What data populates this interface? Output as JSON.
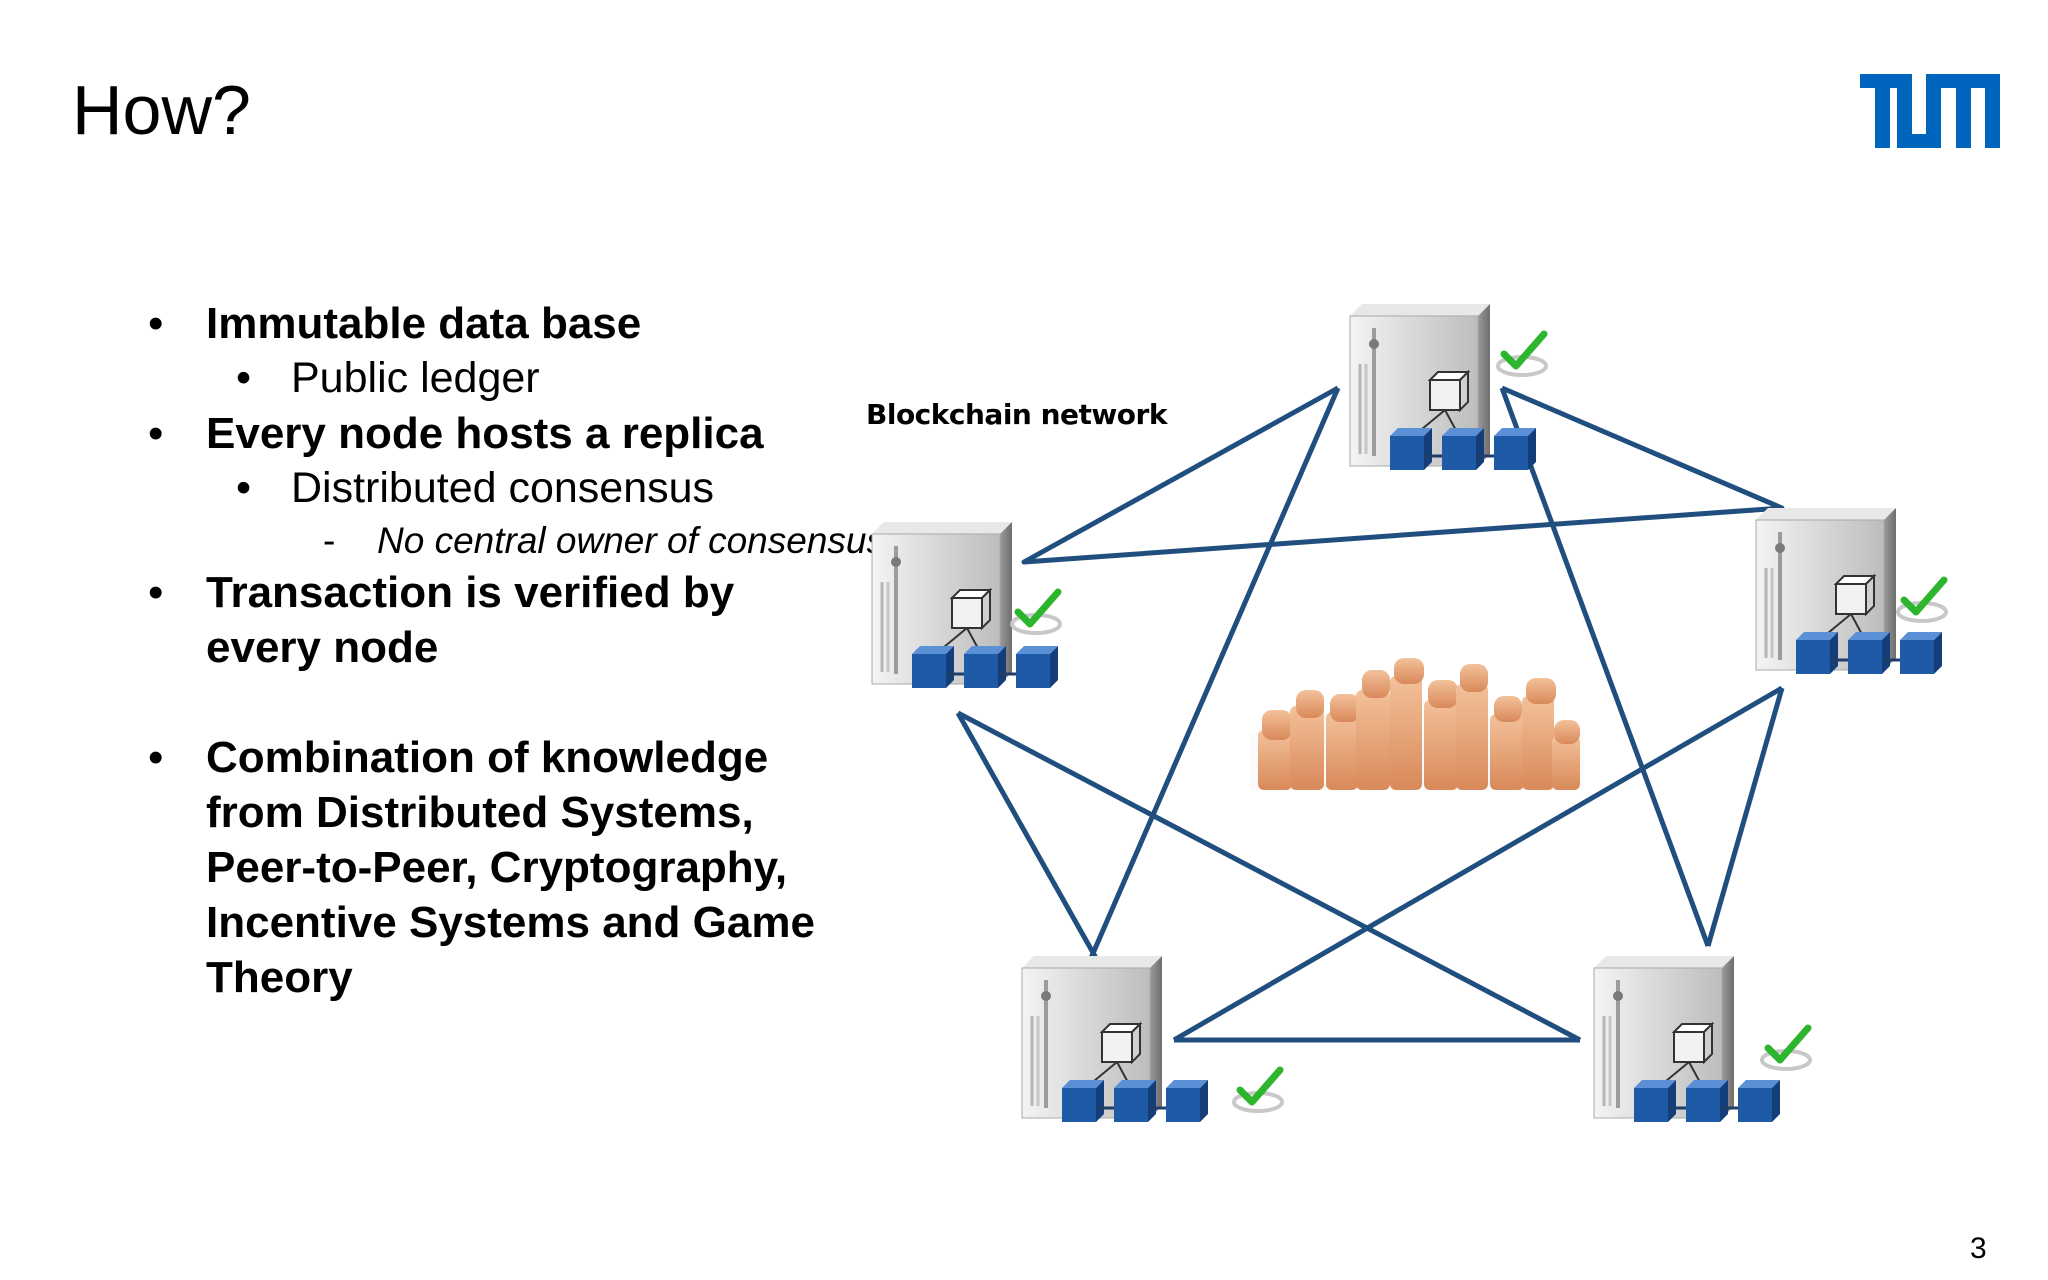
{
  "slide": {
    "title": "How?",
    "logo_text": "TUM",
    "page_number": "3"
  },
  "bullets": [
    {
      "level": 1,
      "text": "Immutable data base"
    },
    {
      "level": 2,
      "text": "Public ledger"
    },
    {
      "level": 1,
      "text": "Every node hosts a replica"
    },
    {
      "level": 2,
      "text": "Distributed consensus"
    },
    {
      "level": 3,
      "text": "No central owner of consensus"
    },
    {
      "level": 1,
      "text": "Transaction is verified by every node"
    },
    {
      "level": 1,
      "text": "Combination of knowledge from Distributed Systems, Peer-to-Peer, Cryptography, Incentive Systems and Game Theory"
    }
  ],
  "diagram": {
    "label": "Blockchain network",
    "node_count": 5,
    "line_color": "#1f4e7f",
    "block_color": "#1f5aa6",
    "check_color": "#2db52d",
    "center_image": "thumbs-up-hands"
  },
  "colors": {
    "tum_blue": "#0065bd"
  }
}
